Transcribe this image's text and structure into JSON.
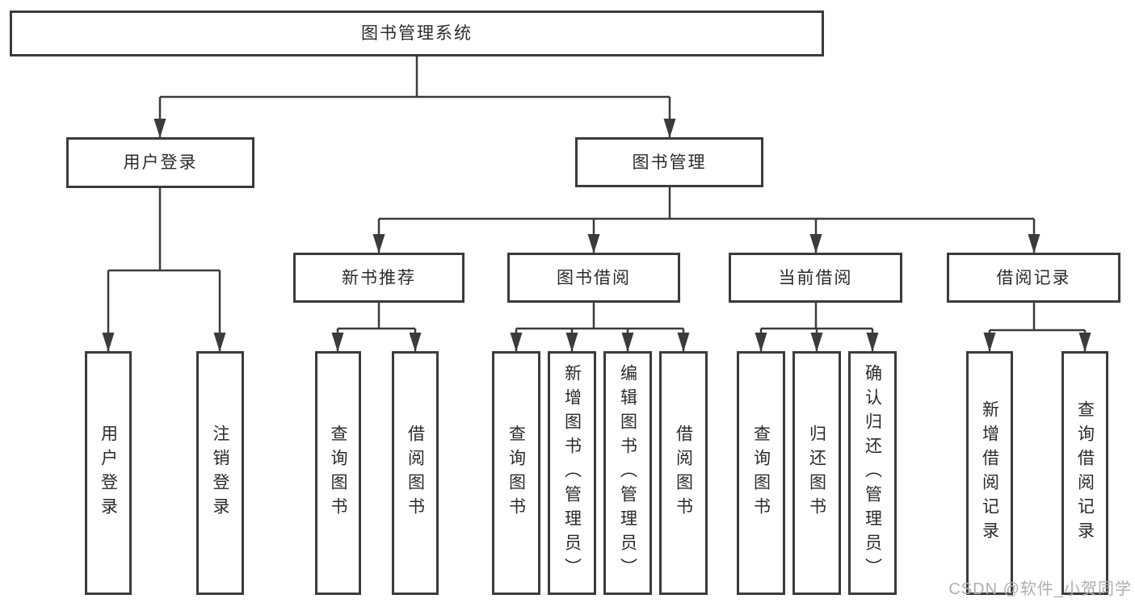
{
  "diagram": {
    "type": "hierarchy-tree",
    "root": {
      "label": "图书管理系统",
      "children": [
        {
          "label": "用户登录",
          "children": [
            {
              "label": "用户登录"
            },
            {
              "label": "注销登录"
            }
          ]
        },
        {
          "label": "图书管理",
          "children": [
            {
              "label": "新书推荐",
              "children": [
                {
                  "label": "查询图书"
                },
                {
                  "label": "借阅图书"
                }
              ]
            },
            {
              "label": "图书借阅",
              "children": [
                {
                  "label": "查询图书"
                },
                {
                  "label": "新增图书（管理员）"
                },
                {
                  "label": "编辑图书（管理员）"
                },
                {
                  "label": "借阅图书"
                }
              ]
            },
            {
              "label": "当前借阅",
              "children": [
                {
                  "label": "查询图书"
                },
                {
                  "label": "归还图书"
                },
                {
                  "label": "确认归还（管理员）"
                }
              ]
            },
            {
              "label": "借阅记录",
              "children": [
                {
                  "label": "新增借阅记录"
                },
                {
                  "label": "查询借阅记录"
                }
              ]
            }
          ]
        }
      ]
    }
  },
  "watermark": {
    "text": "CSDN @软件_小贺同学"
  },
  "colors": {
    "line": "#3b3b3b",
    "text": "#2b2b2b",
    "box_fill": "#ffffff",
    "background": "#ffffff",
    "watermark": "#aeaeae"
  }
}
